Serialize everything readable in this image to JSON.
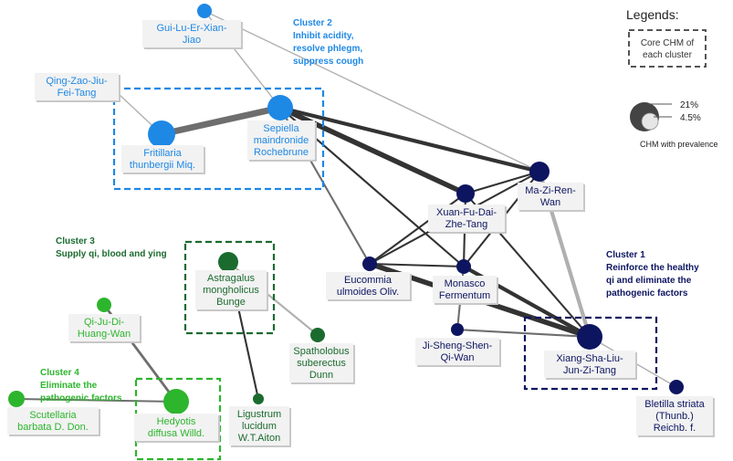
{
  "colors": {
    "cluster1": "#0d1560",
    "cluster2": "#1e88e5",
    "cluster3": "#1b6b2f",
    "cluster4": "#2db52d",
    "edge": "#333333",
    "edge_light": "#b0b0b0",
    "label_bg": "#f2f2f2"
  },
  "legend": {
    "title": "Legends:",
    "core_label": [
      "Core CHM of",
      "each cluster"
    ],
    "big_pct": "21%",
    "small_pct": "4.5%",
    "caption": "CHM with prevalence"
  },
  "clusters": [
    {
      "id": "c2",
      "lines": [
        "Cluster 2",
        "Inhibit acidity,",
        "resolve phlegm,",
        "suppress cough"
      ],
      "color": "cluster2"
    },
    {
      "id": "c3",
      "lines": [
        "Cluster 3",
        "Supply qi, blood and ying"
      ],
      "color": "cluster3"
    },
    {
      "id": "c1",
      "lines": [
        "Cluster 1",
        "Reinforce the healthy",
        "qi and eliminate the",
        "pathogenic factors"
      ],
      "color": "cluster1"
    },
    {
      "id": "c4",
      "lines": [
        "Cluster 4",
        "Eliminate the",
        "pathogenic factors"
      ],
      "color": "cluster4"
    }
  ],
  "nodes": [
    {
      "id": "gui",
      "lines": [
        "Gui-Lu-Er-Xian-",
        "Jiao"
      ],
      "color": "cluster2"
    },
    {
      "id": "qing",
      "lines": [
        "Qing-Zao-Jiu-",
        "Fei-Tang"
      ],
      "color": "cluster2"
    },
    {
      "id": "frit",
      "lines": [
        "Fritillaria",
        "thunbergii Miq."
      ],
      "color": "cluster2"
    },
    {
      "id": "sep",
      "lines": [
        "Sepiella",
        "maindronide",
        "Rochebrune"
      ],
      "color": "cluster2"
    },
    {
      "id": "xuan",
      "lines": [
        "Xuan-Fu-Dai-",
        "Zhe-Tang"
      ],
      "color": "cluster1"
    },
    {
      "id": "mazi",
      "lines": [
        "Ma-Zi-Ren-",
        "Wan"
      ],
      "color": "cluster1"
    },
    {
      "id": "euc",
      "lines": [
        "Eucommia",
        "ulmoides Oliv."
      ],
      "color": "cluster1"
    },
    {
      "id": "mon",
      "lines": [
        "Monasco",
        "Fermentum"
      ],
      "color": "cluster1"
    },
    {
      "id": "ji",
      "lines": [
        "Ji-Sheng-Shen-",
        "Qi-Wan"
      ],
      "color": "cluster1"
    },
    {
      "id": "xiang",
      "lines": [
        "Xiang-Sha-Liu-",
        "Jun-Zi-Tang"
      ],
      "color": "cluster1"
    },
    {
      "id": "blet",
      "lines": [
        "Bletilla striata",
        "(Thunb.)",
        "Reichb. f."
      ],
      "color": "cluster1"
    },
    {
      "id": "astr",
      "lines": [
        "Astragalus",
        "mongholicus",
        "Bunge"
      ],
      "color": "cluster3"
    },
    {
      "id": "spat",
      "lines": [
        "Spatholobus",
        "suberectus",
        "Dunn"
      ],
      "color": "cluster3"
    },
    {
      "id": "lig",
      "lines": [
        "Ligustrum",
        "lucidum",
        "W.T.Aiton"
      ],
      "color": "cluster3"
    },
    {
      "id": "qiju",
      "lines": [
        "Qi-Ju-Di-",
        "Huang-Wan"
      ],
      "color": "cluster4"
    },
    {
      "id": "scut",
      "lines": [
        "Scutellaria",
        "barbata D. Don."
      ],
      "color": "cluster4"
    },
    {
      "id": "hedy",
      "lines": [
        "Hedyotis",
        "diffusa Willd."
      ],
      "color": "cluster4"
    }
  ],
  "edges": [
    {
      "from": "gui",
      "to": "sep",
      "weight": 1,
      "shade": "light"
    },
    {
      "from": "gui",
      "to": "mazi",
      "weight": 1,
      "shade": "light"
    },
    {
      "from": "qing",
      "to": "frit",
      "weight": 1,
      "shade": "light"
    },
    {
      "from": "frit",
      "to": "sep",
      "weight": 5,
      "shade": "mid"
    },
    {
      "from": "sep",
      "to": "xuan",
      "weight": 4,
      "shade": "dark"
    },
    {
      "from": "sep",
      "to": "mazi",
      "weight": 3,
      "shade": "dark"
    },
    {
      "from": "sep",
      "to": "mon",
      "weight": 1.5,
      "shade": "dark"
    },
    {
      "from": "sep",
      "to": "euc",
      "weight": 1.5,
      "shade": "mid"
    },
    {
      "from": "xuan",
      "to": "mazi",
      "weight": 1.5,
      "shade": "dark"
    },
    {
      "from": "xuan",
      "to": "euc",
      "weight": 1.5,
      "shade": "dark"
    },
    {
      "from": "xuan",
      "to": "mon",
      "weight": 1.5,
      "shade": "dark"
    },
    {
      "from": "xuan",
      "to": "xiang",
      "weight": 1.5,
      "shade": "dark"
    },
    {
      "from": "mazi",
      "to": "euc",
      "weight": 1.5,
      "shade": "dark"
    },
    {
      "from": "mazi",
      "to": "mon",
      "weight": 1.5,
      "shade": "dark"
    },
    {
      "from": "mazi",
      "to": "xiang",
      "weight": 3,
      "shade": "light"
    },
    {
      "from": "euc",
      "to": "mon",
      "weight": 1.5,
      "shade": "dark"
    },
    {
      "from": "euc",
      "to": "xiang",
      "weight": 4,
      "shade": "dark"
    },
    {
      "from": "mon",
      "to": "xiang",
      "weight": 3,
      "shade": "dark"
    },
    {
      "from": "mon",
      "to": "ji",
      "weight": 1.5,
      "shade": "mid"
    },
    {
      "from": "ji",
      "to": "xiang",
      "weight": 1.5,
      "shade": "mid"
    },
    {
      "from": "xiang",
      "to": "blet",
      "weight": 1,
      "shade": "light"
    },
    {
      "from": "astr",
      "to": "spat",
      "weight": 1.5,
      "shade": "light"
    },
    {
      "from": "astr",
      "to": "lig",
      "weight": 1.5,
      "shade": "dark"
    },
    {
      "from": "qiju",
      "to": "hedy",
      "weight": 2,
      "shade": "mid"
    },
    {
      "from": "scut",
      "to": "hedy",
      "weight": 1.5,
      "shade": "mid"
    }
  ]
}
